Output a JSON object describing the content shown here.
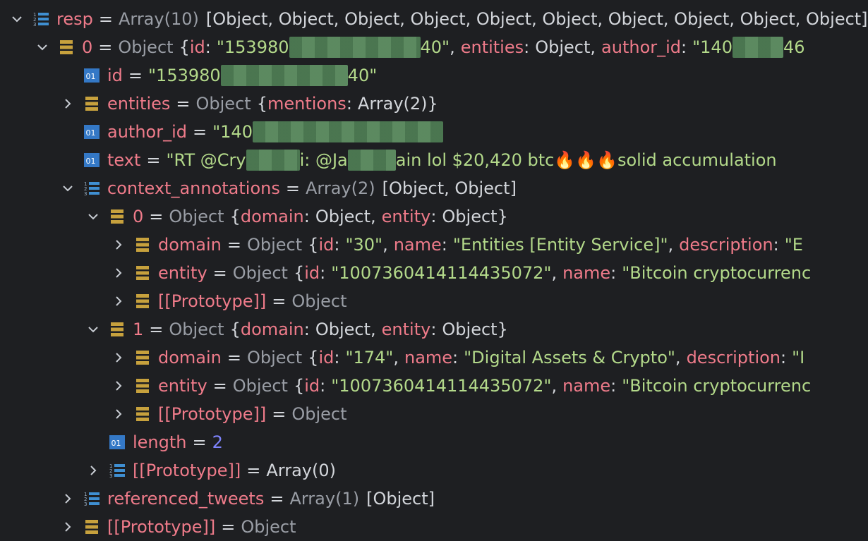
{
  "tree": {
    "resp": {
      "key": "resp",
      "eq": "=",
      "type": "Array(10)",
      "preview": "[Object, Object, Object, Object, Object, Object, Object, Object, Object, Object]"
    },
    "item0": {
      "key": "0",
      "eq": "=",
      "type": "Object",
      "p_open": "{",
      "p_id_k": "id",
      "p_colon": ":",
      "p_id_v1": "\"153980",
      "p_id_v2": "40\"",
      "p_comma": ",",
      "p_ent_k": "entities",
      "p_ent_v": "Object",
      "p_aut_k": "author_id",
      "p_aut_v1": "\"140",
      "p_aut_v2": "46"
    },
    "id": {
      "key": "id",
      "eq": "=",
      "v1": "\"153980",
      "v2": "40\""
    },
    "entities": {
      "key": "entities",
      "eq": "=",
      "type": "Object",
      "p_open": "{",
      "p_k": "mentions",
      "p_colon": ":",
      "p_v": "Array(2)",
      "p_close": "}"
    },
    "author_id": {
      "key": "author_id",
      "eq": "=",
      "v1": "\"140"
    },
    "text": {
      "key": "text",
      "eq": "=",
      "v1": "\"RT @Cry",
      "v2": "i: @Ja",
      "v3": "ain lol $20,420 btc ",
      "flames": "🔥🔥🔥",
      "v4": " solid accumulation"
    },
    "context_annotations": {
      "key": "context_annotations",
      "eq": "=",
      "type": "Array(2)",
      "preview": "[Object, Object]"
    },
    "ca0": {
      "key": "0",
      "eq": "=",
      "type": "Object",
      "p_open": "{",
      "p_k1": "domain",
      "p_colon": ":",
      "p_v1": "Object",
      "p_comma": ",",
      "p_k2": "entity",
      "p_v2": "Object",
      "p_close": "}"
    },
    "ca0_domain": {
      "key": "domain",
      "eq": "=",
      "type": "Object",
      "p_open": "{",
      "p_k1": "id",
      "p_colon": ":",
      "p_v1": "\"30\"",
      "p_comma": ",",
      "p_k2": "name",
      "p_v2": "\"Entities [Entity Service]\"",
      "p_k3": "description",
      "p_v3": "\"E"
    },
    "ca0_entity": {
      "key": "entity",
      "eq": "=",
      "type": "Object",
      "p_open": "{",
      "p_k1": "id",
      "p_colon": ":",
      "p_v1": "\"1007360414114435072\"",
      "p_comma": ",",
      "p_k2": "name",
      "p_v2": "\"Bitcoin cryptocurrenc"
    },
    "ca0_proto": {
      "key": "[[Prototype]]",
      "eq": "=",
      "type": "Object"
    },
    "ca1": {
      "key": "1",
      "eq": "=",
      "type": "Object",
      "p_open": "{",
      "p_k1": "domain",
      "p_colon": ":",
      "p_v1": "Object",
      "p_comma": ",",
      "p_k2": "entity",
      "p_v2": "Object",
      "p_close": "}"
    },
    "ca1_domain": {
      "key": "domain",
      "eq": "=",
      "type": "Object",
      "p_open": "{",
      "p_k1": "id",
      "p_colon": ":",
      "p_v1": "\"174\"",
      "p_comma": ",",
      "p_k2": "name",
      "p_v2": "\"Digital Assets & Crypto\"",
      "p_k3": "description",
      "p_v3": "\"I"
    },
    "ca1_entity": {
      "key": "entity",
      "eq": "=",
      "type": "Object",
      "p_open": "{",
      "p_k1": "id",
      "p_colon": ":",
      "p_v1": "\"1007360414114435072\"",
      "p_comma": ",",
      "p_k2": "name",
      "p_v2": "\"Bitcoin cryptocurrenc"
    },
    "ca1_proto": {
      "key": "[[Prototype]]",
      "eq": "=",
      "type": "Object"
    },
    "length": {
      "key": "length",
      "eq": "=",
      "value": "2"
    },
    "ca_proto": {
      "key": "[[Prototype]]",
      "eq": "=",
      "type": "Array(0)"
    },
    "referenced_tweets": {
      "key": "referenced_tweets",
      "eq": "=",
      "type": "Array(1)",
      "preview": "[Object]"
    },
    "item0_proto": {
      "key": "[[Prototype]]",
      "eq": "=",
      "type": "Object"
    }
  }
}
